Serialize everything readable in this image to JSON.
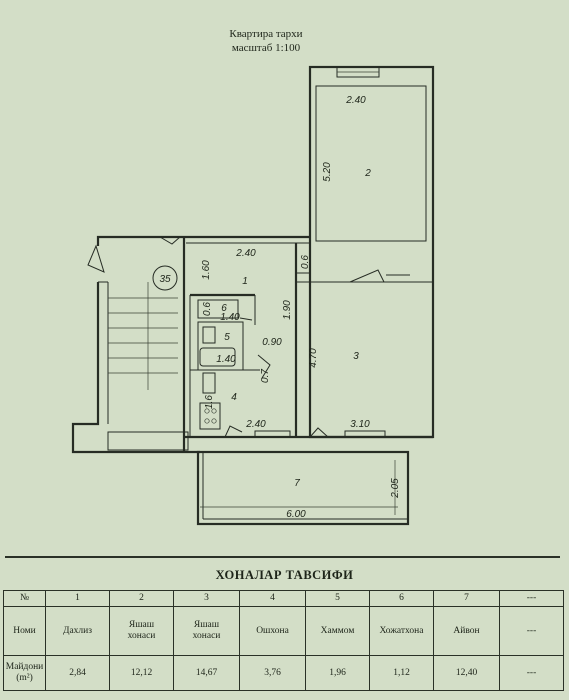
{
  "plan": {
    "title": "Квартира тархи",
    "scale": "масштаб 1:100",
    "block_number": "35",
    "dimensions": {
      "room2_width": "2.40",
      "room2_length": "5.20",
      "hall_width": "2.40",
      "hall_depth": "1.60",
      "niche_width": "0.6",
      "hall_side": "1.90",
      "toilet_depth": "0.6",
      "toilet_width": "1.40",
      "bath_width": "1.40",
      "bath_side": "0.90",
      "kitchen_side": "0.7",
      "kitchen_depth": "1.6",
      "room3_length": "4.70",
      "kitchen_width": "2.40",
      "room3_width": "3.10",
      "loggia_width": "6.00",
      "loggia_depth": "2.05"
    },
    "room_numbers": [
      "1",
      "2",
      "3",
      "4",
      "5",
      "6",
      "7"
    ]
  },
  "table": {
    "title": "ХОНАЛАР ТАВСИФИ",
    "header": [
      "№",
      "1",
      "2",
      "3",
      "4",
      "5",
      "6",
      "7",
      "---"
    ],
    "row_name_label": "Номи",
    "names": [
      [
        "Дахлиз"
      ],
      [
        "Яшаш",
        "хонаси"
      ],
      [
        "Яшаш",
        "хонаси"
      ],
      [
        "Ошхона"
      ],
      [
        "Хаммом"
      ],
      [
        "Хожатхона"
      ],
      [
        "Айвон"
      ],
      [
        "---"
      ]
    ],
    "row_area_label": [
      "Майдони",
      "(m²)"
    ],
    "areas": [
      "2,84",
      "12,12",
      "14,67",
      "3,76",
      "1,96",
      "1,12",
      "12,40",
      "---"
    ]
  },
  "colors": {
    "paper": "#d3dec7",
    "ink": "#262c24"
  }
}
